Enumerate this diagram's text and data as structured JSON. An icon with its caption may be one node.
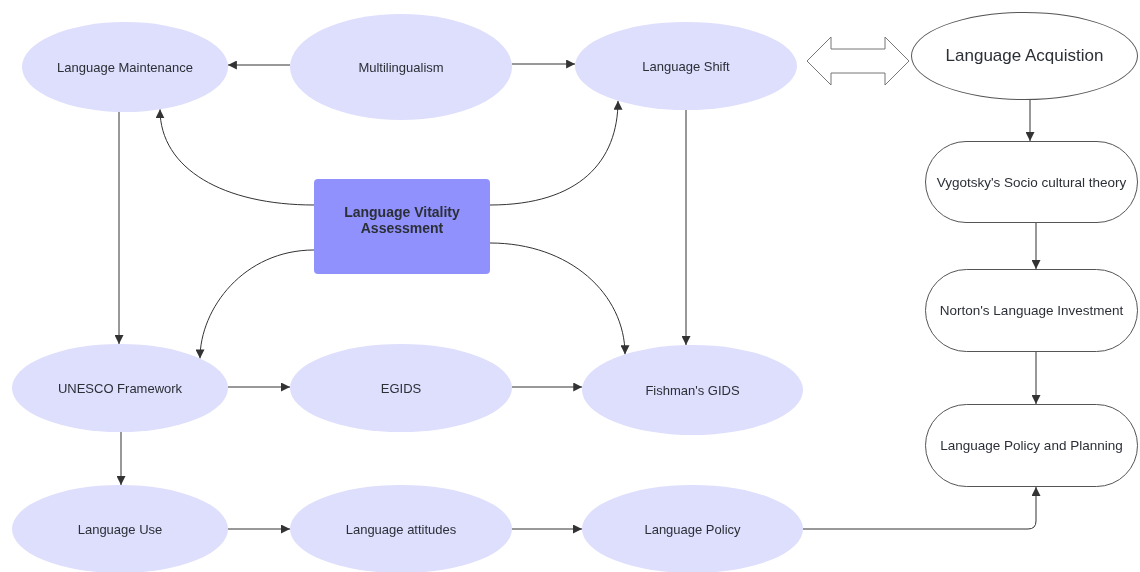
{
  "diagram": {
    "nodes": [
      {
        "text": [
          "Language Maintenance"
        ]
      },
      {
        "text": [
          "Multilingualism"
        ]
      },
      {
        "text": [
          "Language Shift"
        ]
      },
      {
        "text": [
          "Language Acquistion"
        ]
      },
      {
        "text": [
          "Language Vitality Assessment"
        ]
      },
      {
        "text": [
          "Vygotsky's Socio cultural theory"
        ]
      },
      {
        "text": [
          "Norton's Language Investment"
        ]
      },
      {
        "text": [
          "UNESCO Framework"
        ]
      },
      {
        "text": [
          "EGIDS"
        ]
      },
      {
        "text": [
          "Fishman's GIDS"
        ]
      },
      {
        "text": [
          "Language Policy and Planning"
        ]
      },
      {
        "text": [
          "Language Use"
        ]
      },
      {
        "text": [
          "Language attitudes"
        ]
      },
      {
        "text": [
          "Language Policy"
        ]
      }
    ],
    "edges": [
      {
        "from": 1,
        "to": 0,
        "arrow": "to"
      },
      {
        "from": 1,
        "to": 2,
        "arrow": "to"
      },
      {
        "from": 2,
        "to": 3,
        "arrow": "both",
        "style": "thick"
      },
      {
        "from": 4,
        "to": 0,
        "arrow": "to"
      },
      {
        "from": 4,
        "to": 2,
        "arrow": "to"
      },
      {
        "from": 4,
        "to": 7,
        "arrow": "to"
      },
      {
        "from": 4,
        "to": 9,
        "arrow": "to"
      },
      {
        "from": 0,
        "to": 7,
        "arrow": "to"
      },
      {
        "from": 2,
        "to": 9,
        "arrow": "to"
      },
      {
        "from": 7,
        "to": 8,
        "arrow": "to"
      },
      {
        "from": 8,
        "to": 9,
        "arrow": "to"
      },
      {
        "from": 7,
        "to": 11,
        "arrow": "to"
      },
      {
        "from": 11,
        "to": 12,
        "arrow": "to"
      },
      {
        "from": 12,
        "to": 13,
        "arrow": "to"
      },
      {
        "from": 13,
        "to": 10,
        "arrow": "to"
      },
      {
        "from": 3,
        "to": 5,
        "arrow": "to"
      },
      {
        "from": 5,
        "to": 6,
        "arrow": "to"
      },
      {
        "from": 6,
        "to": 10,
        "arrow": "to"
      }
    ]
  }
}
